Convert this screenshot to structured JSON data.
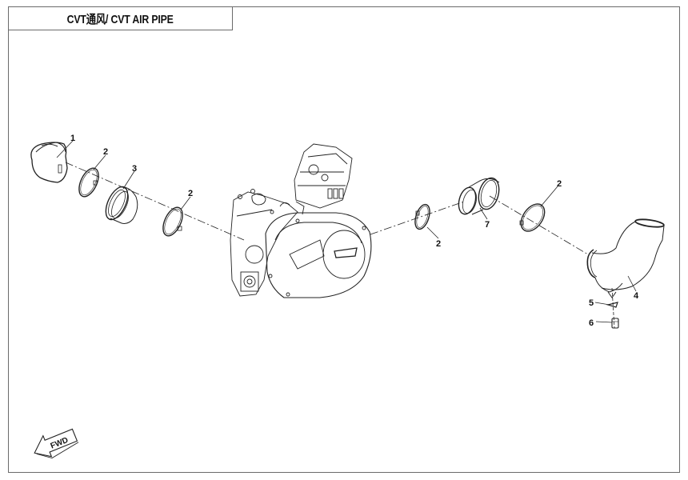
{
  "title": "CVT通风/ CVT AIR PIPE",
  "callouts": [
    {
      "id": "c1",
      "label": "1",
      "part": "intake-cap"
    },
    {
      "id": "c2a",
      "label": "2",
      "part": "hose-clamp"
    },
    {
      "id": "c3",
      "label": "3",
      "part": "rubber-sleeve"
    },
    {
      "id": "c2b",
      "label": "2",
      "part": "hose-clamp"
    },
    {
      "id": "c2c",
      "label": "2",
      "part": "hose-clamp"
    },
    {
      "id": "c7",
      "label": "7",
      "part": "elbow-connector"
    },
    {
      "id": "c2d",
      "label": "2",
      "part": "hose-clamp"
    },
    {
      "id": "c4",
      "label": "4",
      "part": "air-pipe-elbow"
    },
    {
      "id": "c5",
      "label": "5",
      "part": "drain-clip"
    },
    {
      "id": "c6",
      "label": "6",
      "part": "drain-plug"
    }
  ],
  "fwd_arrow": {
    "label": "FWD",
    "icon": "forward-direction-arrow-icon"
  },
  "colors": {
    "line": "#222222",
    "frame": "#6b6b6b",
    "background": "#ffffff"
  }
}
